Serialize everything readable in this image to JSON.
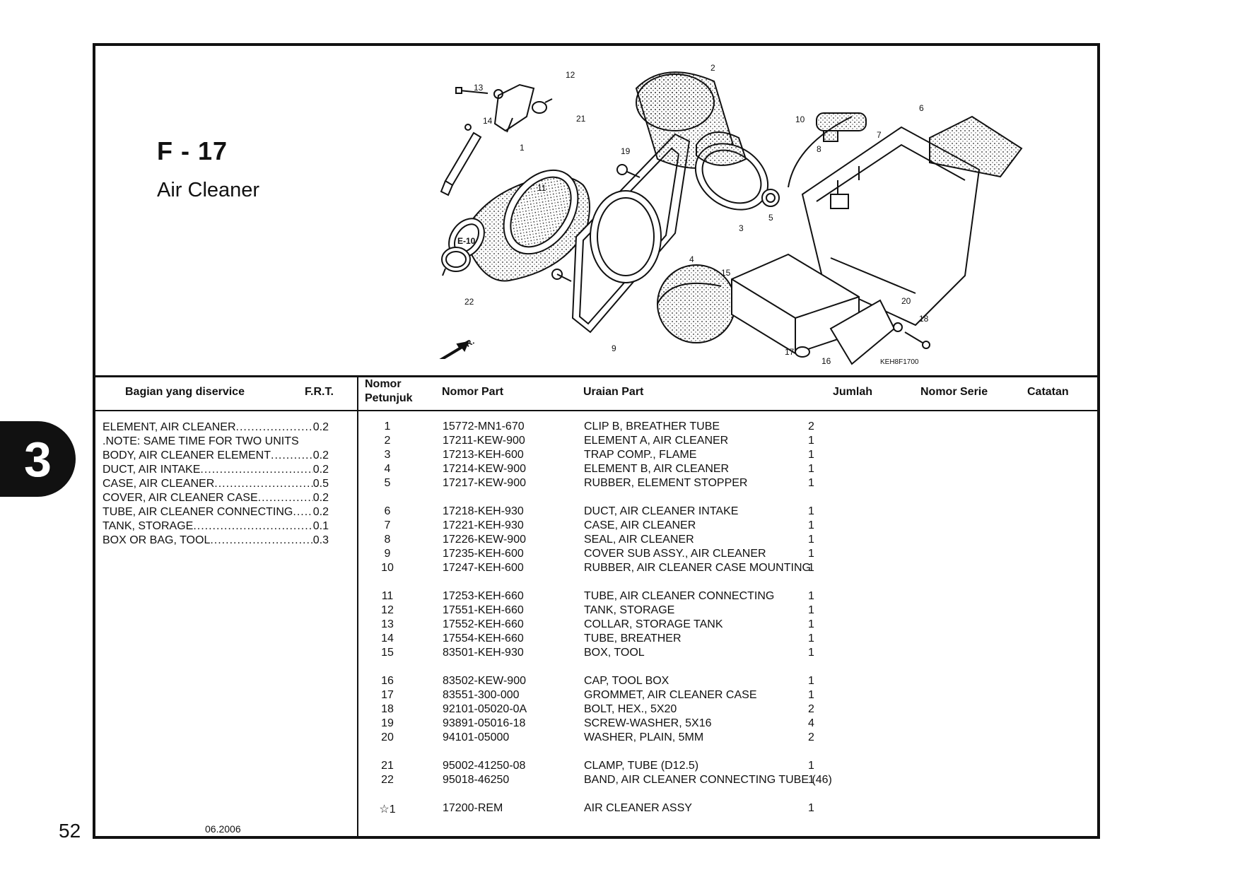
{
  "page_number": "52",
  "chapter_tab": "3",
  "section": {
    "code": "F - 17",
    "name": "Air Cleaner"
  },
  "diagram": {
    "ref_code": "KEH8F1700",
    "direction_label": "FR.",
    "ref_label_e10": "E-10",
    "callouts": [
      "1",
      "2",
      "3",
      "4",
      "5",
      "6",
      "7",
      "8",
      "9",
      "10",
      "11",
      "12",
      "13",
      "14",
      "15",
      "16",
      "17",
      "18",
      "19",
      "20",
      "21",
      "22"
    ]
  },
  "headers": {
    "service_part": "Bagian yang diservice",
    "frt": "F.R.T.",
    "ref_no_1": "Nomor",
    "ref_no_2": "Petunjuk",
    "part_no": "Nomor Part",
    "description": "Uraian Part",
    "qty": "Jumlah",
    "serial": "Nomor Serie",
    "notes": "Catatan"
  },
  "service_items": [
    {
      "label": "ELEMENT, AIR CLEANER",
      "value": "0.2"
    },
    {
      "label": ".NOTE: SAME TIME FOR TWO UNITS",
      "value": ""
    },
    {
      "label": "BODY, AIR CLEANER ELEMENT",
      "value": "0.2"
    },
    {
      "label": "DUCT, AIR INTAKE",
      "value": "0.2"
    },
    {
      "label": "CASE, AIR CLEANER",
      "value": "0.5"
    },
    {
      "label": "COVER, AIR CLEANER CASE",
      "value": "0.2"
    },
    {
      "label": "TUBE, AIR CLEANER CONNECTING",
      "value": "0.2"
    },
    {
      "label": "TANK, STORAGE",
      "value": "0.1"
    },
    {
      "label": "BOX OR BAG, TOOL",
      "value": "0.3"
    }
  ],
  "date": "06.2006",
  "parts": [
    {
      "ref": "1",
      "part_no": "15772-MN1-670",
      "desc": "CLIP B, BREATHER TUBE",
      "qty": "2"
    },
    {
      "ref": "2",
      "part_no": "17211-KEW-900",
      "desc": "ELEMENT A, AIR CLEANER",
      "qty": "1"
    },
    {
      "ref": "3",
      "part_no": "17213-KEH-600",
      "desc": "TRAP COMP., FLAME",
      "qty": "1"
    },
    {
      "ref": "4",
      "part_no": "17214-KEW-900",
      "desc": "ELEMENT B, AIR CLEANER",
      "qty": "1"
    },
    {
      "ref": "5",
      "part_no": "17217-KEW-900",
      "desc": "RUBBER, ELEMENT STOPPER",
      "qty": "1"
    },
    {
      "ref": "6",
      "part_no": "17218-KEH-930",
      "desc": "DUCT, AIR CLEANER INTAKE",
      "qty": "1"
    },
    {
      "ref": "7",
      "part_no": "17221-KEH-930",
      "desc": "CASE, AIR CLEANER",
      "qty": "1"
    },
    {
      "ref": "8",
      "part_no": "17226-KEW-900",
      "desc": "SEAL, AIR CLEANER",
      "qty": "1"
    },
    {
      "ref": "9",
      "part_no": "17235-KEH-600",
      "desc": "COVER SUB ASSY., AIR CLEANER",
      "qty": "1"
    },
    {
      "ref": "10",
      "part_no": "17247-KEH-600",
      "desc": "RUBBER, AIR CLEANER CASE MOUNTING",
      "qty": "1"
    },
    {
      "ref": "11",
      "part_no": "17253-KEH-660",
      "desc": "TUBE, AIR CLEANER CONNECTING",
      "qty": "1"
    },
    {
      "ref": "12",
      "part_no": "17551-KEH-660",
      "desc": "TANK, STORAGE",
      "qty": "1"
    },
    {
      "ref": "13",
      "part_no": "17552-KEH-660",
      "desc": "COLLAR, STORAGE TANK",
      "qty": "1"
    },
    {
      "ref": "14",
      "part_no": "17554-KEH-660",
      "desc": "TUBE, BREATHER",
      "qty": "1"
    },
    {
      "ref": "15",
      "part_no": "83501-KEH-930",
      "desc": "BOX, TOOL",
      "qty": "1"
    },
    {
      "ref": "16",
      "part_no": "83502-KEW-900",
      "desc": "CAP, TOOL BOX",
      "qty": "1"
    },
    {
      "ref": "17",
      "part_no": "83551-300-000",
      "desc": "GROMMET, AIR CLEANER CASE",
      "qty": "1"
    },
    {
      "ref": "18",
      "part_no": "92101-05020-0A",
      "desc": "BOLT, HEX., 5X20",
      "qty": "2"
    },
    {
      "ref": "19",
      "part_no": "93891-05016-18",
      "desc": "SCREW-WASHER, 5X16",
      "qty": "4"
    },
    {
      "ref": "20",
      "part_no": "94101-05000",
      "desc": "WASHER, PLAIN, 5MM",
      "qty": "2"
    },
    {
      "ref": "21",
      "part_no": "95002-41250-08",
      "desc": "CLAMP, TUBE (D12.5)",
      "qty": "1"
    },
    {
      "ref": "22",
      "part_no": "95018-46250",
      "desc": "BAND, AIR CLEANER CONNECTING TUBE (46)",
      "qty": "1"
    },
    {
      "ref": "☆1",
      "part_no": "17200-REM",
      "desc": "AIR CLEANER ASSY",
      "qty": "1"
    }
  ]
}
